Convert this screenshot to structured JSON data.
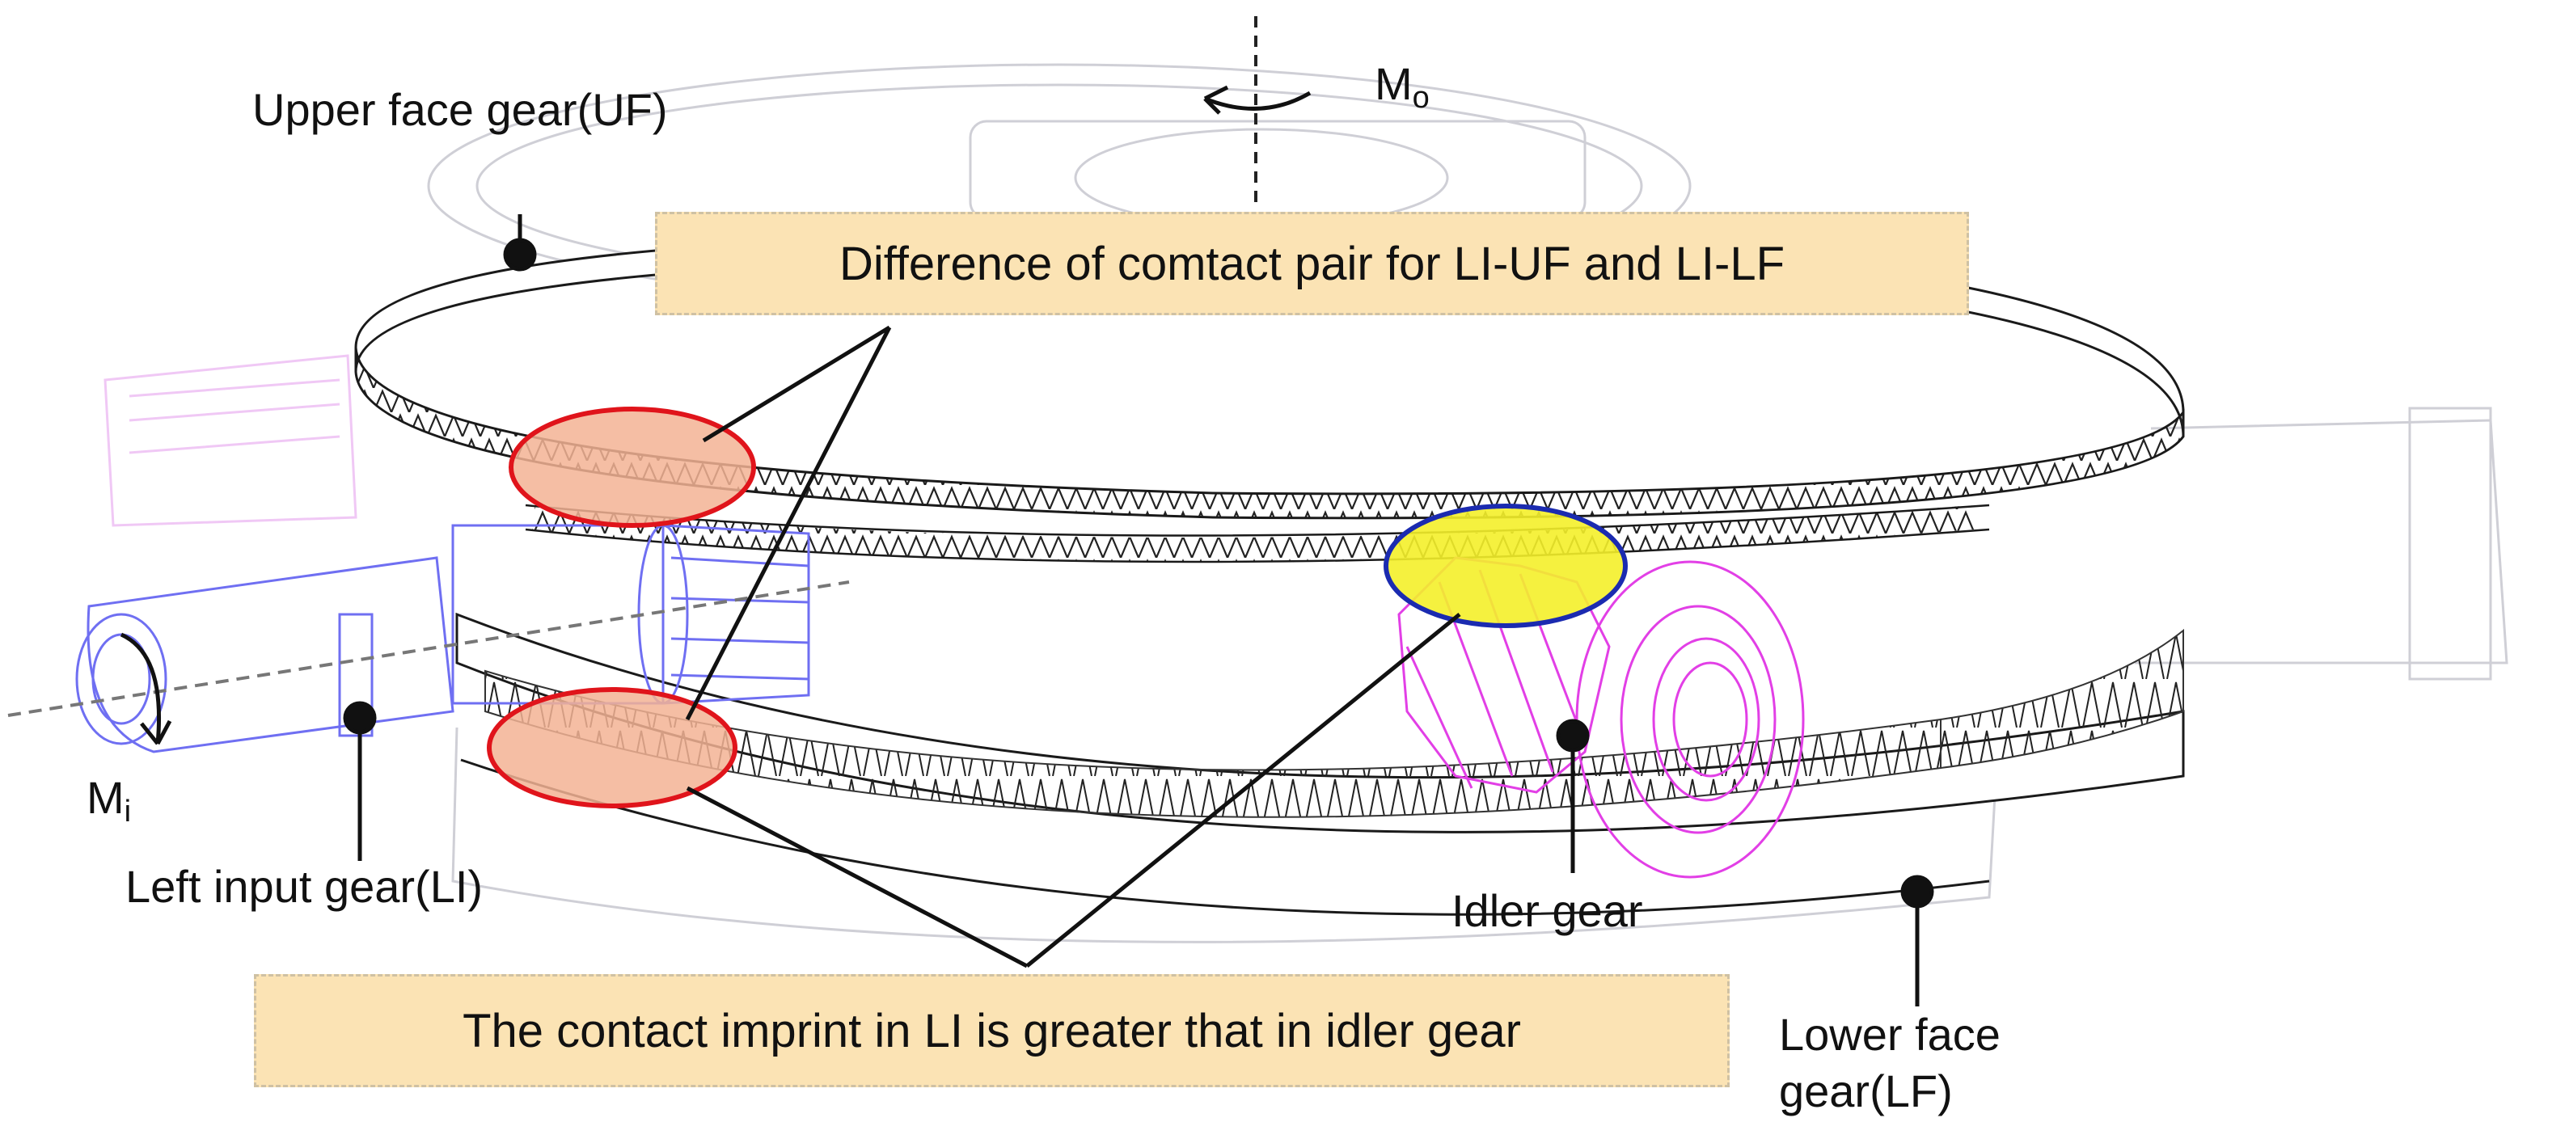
{
  "labels": {
    "upper_face_gear": "Upper face gear(UF)",
    "left_input_gear": "Left input gear(LI)",
    "idler_gear": "Idler gear",
    "lower_face_gear_line1": "Lower face",
    "lower_face_gear_line2": "gear(LF)",
    "moment_output_symbol": "M",
    "moment_output_subscript": "o",
    "moment_input_symbol": "M",
    "moment_input_subscript": "i"
  },
  "callouts": {
    "contact_pair": "Difference of comtact pair for LI-UF and LI-LF",
    "contact_imprint": "The contact imprint in LI is greater that in idler gear"
  },
  "colors": {
    "callout_fill": "#fbe3b4",
    "callout_border": "#cfc1a3",
    "li_contact_fill": "#f3b394",
    "li_contact_stroke": "#e0141b",
    "idler_contact_fill": "#f4ef2a",
    "idler_contact_stroke": "#1b2bb0",
    "idler_gear": "#e23fe6",
    "input_gear": "#6f6ff2",
    "gear_outline": "#1a1a1a"
  }
}
